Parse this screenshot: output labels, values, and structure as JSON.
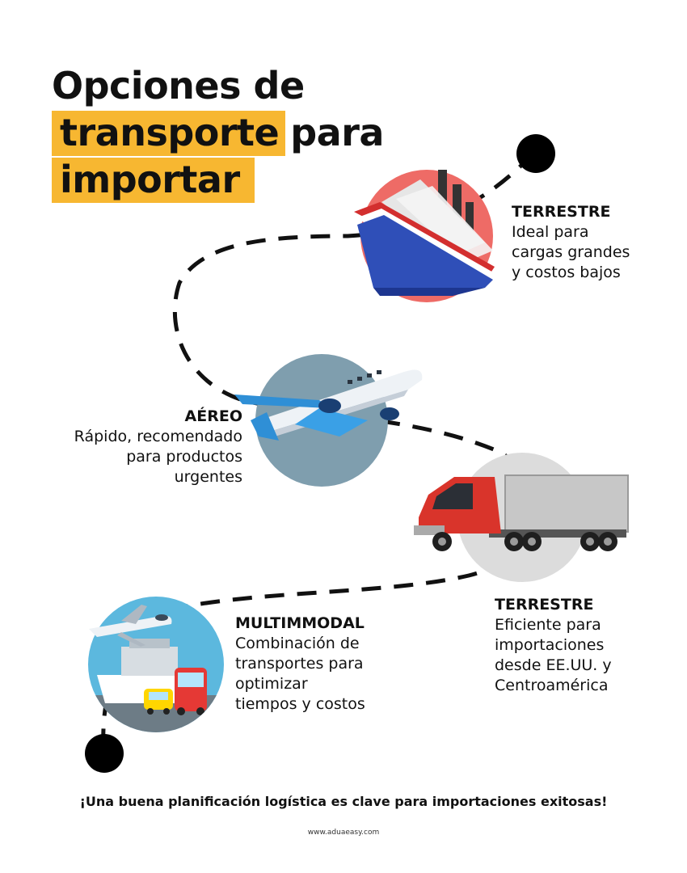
{
  "title": {
    "line1": "Opciones de",
    "line2_highlight": "transporte",
    "line2_rest": "para",
    "line3_highlight": "importar"
  },
  "items": [
    {
      "heading": "TERRESTRE",
      "lines": [
        "Ideal para",
        "cargas grandes",
        "y costos bajos"
      ]
    },
    {
      "heading": "AÉREO",
      "lines": [
        "Rápido, recomendado",
        "para productos",
        "urgentes"
      ]
    },
    {
      "heading": "TERRESTRE",
      "lines": [
        "Eficiente para",
        "importaciones",
        "desde EE.UU. y",
        "Centroamérica"
      ]
    },
    {
      "heading": "MULTIMMODAL",
      "lines": [
        "Combinación de",
        "transportes para",
        "optimizar",
        "tiempos y costos"
      ]
    }
  ],
  "footer": "¡Una buena planificación logística es clave para importaciones exitosas!",
  "site": "www.aduaeasy.com",
  "colors": {
    "accent": "#f7b731",
    "ship_circle": "#ee6b66",
    "plane_circle": "#7f9eae",
    "truck_circle": "#dcdcdc",
    "multi_circle": "#5cb8de"
  },
  "icons": [
    "ship-icon",
    "airplane-icon",
    "truck-icon",
    "multimodal-icon"
  ]
}
